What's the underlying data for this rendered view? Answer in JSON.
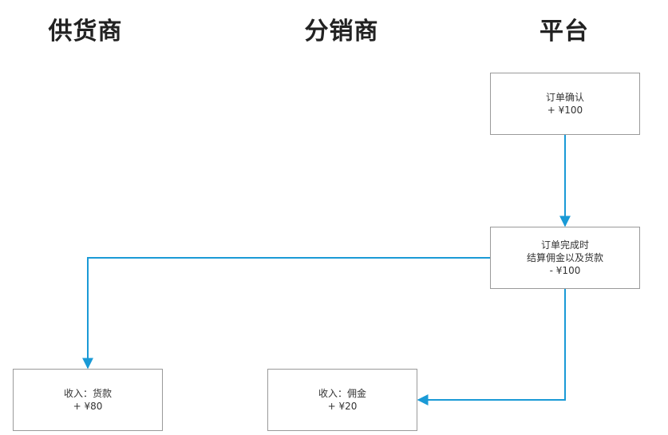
{
  "headers": {
    "supplier": "供货商",
    "distributor": "分销商",
    "platform": "平台"
  },
  "nodes": {
    "order_confirm": {
      "line1": "订单确认",
      "line2": "+ ¥100"
    },
    "order_complete": {
      "line1": "订单完成时",
      "line2": "结算佣金以及货款",
      "line3": "- ¥100"
    },
    "supplier_income": {
      "line1": "收入：货款",
      "line2": "+ ¥80"
    },
    "distributor_income": {
      "line1": "收入：佣金",
      "line2": "+ ¥20"
    }
  },
  "colors": {
    "edge": "#1a9ad6",
    "node_border": "#9a9a9a"
  }
}
